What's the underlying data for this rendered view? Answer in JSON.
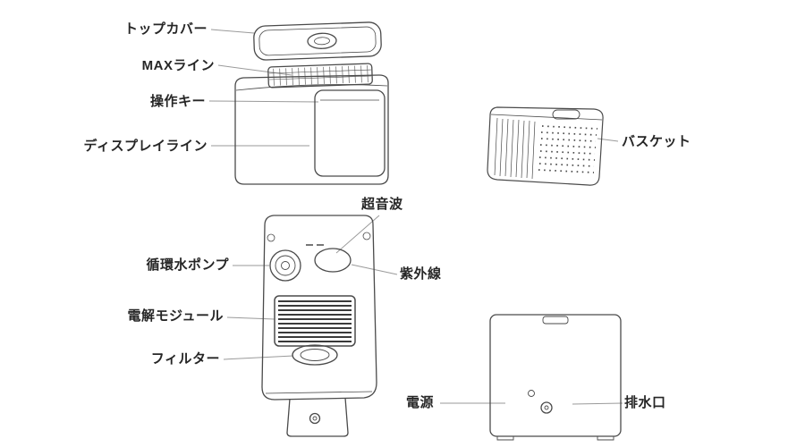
{
  "labels": {
    "top_cover": "トップカバー",
    "max_line": "MAXライン",
    "operation_key": "操作キー",
    "display_line": "ディスプレイライン",
    "basket": "バスケット",
    "ultrasonic": "超音波",
    "circulating_pump": "循環水ポンプ",
    "ultraviolet": "紫外線",
    "electrolysis_module": "電解モジュール",
    "filter": "フィルター",
    "power": "電源",
    "drain_outlet": "排水口"
  },
  "colors": {
    "line_art": "#4a4a4a",
    "leader_line": "#9a9a9a",
    "label_text": "#262626",
    "background": "#ffffff"
  }
}
